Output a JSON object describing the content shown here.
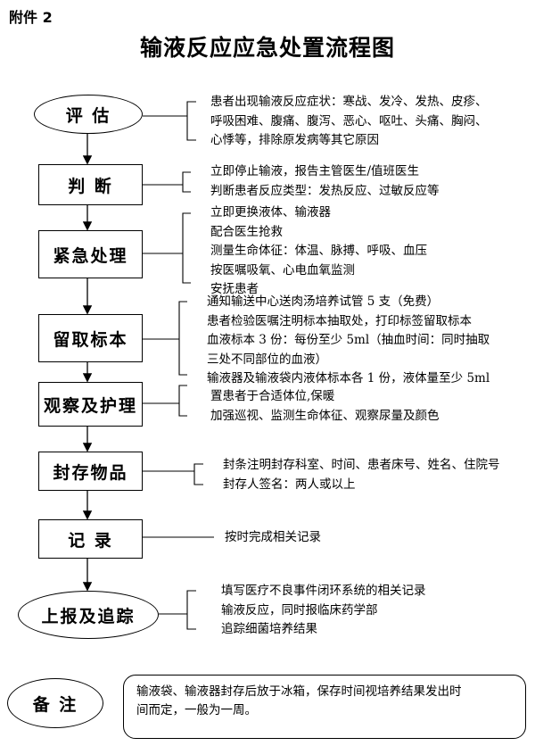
{
  "attachment_label": "附件 2",
  "title": "输液反应应急处置流程图",
  "steps": [
    {
      "label": "评 估",
      "details": [
        "患者出现输液反应症状：寒战、发冷、发热、皮疹、",
        "呼吸困难、腹痛、腹泻、恶心、呕吐、头痛、胸闷、",
        "心悸等，排除原发病等其它原因"
      ]
    },
    {
      "label": "判 断",
      "details": [
        "立即停止输液，报告主管医生/值班医生",
        "判断患者反应类型：发热反应、过敏反应等"
      ]
    },
    {
      "label": "紧急处理",
      "details": [
        "立即更换液体、输液器",
        "配合医生抢救",
        "测量生命体征：体温、脉搏、呼吸、血压",
        "按医嘱吸氧、心电血氧监测",
        "安抚患者"
      ]
    },
    {
      "label": "留取标本",
      "details": [
        "通知输送中心送肉汤培养试管 5 支（免费）",
        "患者检验医嘱注明标本抽取处，打印标签留取标本",
        "血液标本 3 份：每份至少 5ml（抽血时间：同时抽取",
        "三处不同部位的血液）",
        "输液器及输液袋内液体标本各 1 份，液体量至少 5ml"
      ]
    },
    {
      "label": "观察及护理",
      "details": [
        "置患者于合适体位,保暖",
        "加强巡视、监测生命体征、观察尿量及颜色"
      ]
    },
    {
      "label": "封存物品",
      "details": [
        "封条注明封存科室、时间、患者床号、姓名、住院号",
        "封存人签名：两人或以上"
      ]
    },
    {
      "label": "记 录",
      "details": [
        "按时完成相关记录"
      ]
    },
    {
      "label": "上报及追踪",
      "details": [
        "填写医疗不良事件闭环系统的相关记录",
        "输液反应，同时报临床药学部",
        "追踪细菌培养结果"
      ]
    }
  ],
  "note": {
    "label": "备 注",
    "text_line1": "输液袋、输液器封存后放于冰箱，保存时间视培养结果发出时",
    "text_line2": "间而定，一般为一周。"
  }
}
